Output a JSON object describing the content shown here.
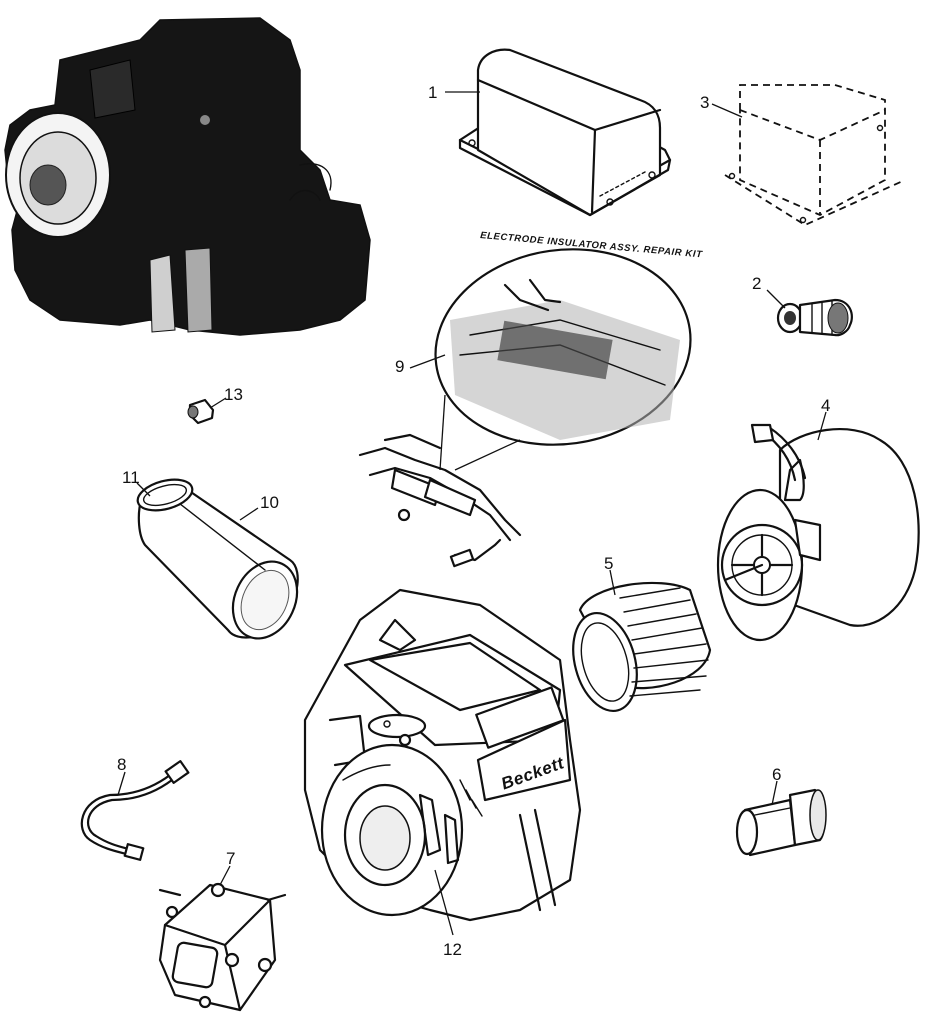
{
  "kit_caption": "ELECTRODE INSULATOR ASSY. REPAIR KIT",
  "nameplate_text": "Beckett",
  "callouts": [
    "1",
    "2",
    "3",
    "4",
    "5",
    "6",
    "7",
    "8",
    "9",
    "10",
    "11",
    "12",
    "13"
  ],
  "parts": [
    {
      "number": "1",
      "icon": "transformer-icon"
    },
    {
      "number": "2",
      "icon": "oil-nozzle-icon"
    },
    {
      "number": "3",
      "icon": "ignitor-outline-icon"
    },
    {
      "number": "4",
      "icon": "motor-icon"
    },
    {
      "number": "5",
      "icon": "blower-wheel-icon"
    },
    {
      "number": "6",
      "icon": "coupling-icon"
    },
    {
      "number": "7",
      "icon": "fuel-pump-icon"
    },
    {
      "number": "8",
      "icon": "oil-line-icon"
    },
    {
      "number": "9",
      "icon": "electrode-assembly-icon"
    },
    {
      "number": "10",
      "icon": "air-tube-icon"
    },
    {
      "number": "11",
      "icon": "air-tube-ring-icon"
    },
    {
      "number": "12",
      "icon": "burner-housing-icon"
    },
    {
      "number": "13",
      "icon": "fitting-icon"
    }
  ]
}
